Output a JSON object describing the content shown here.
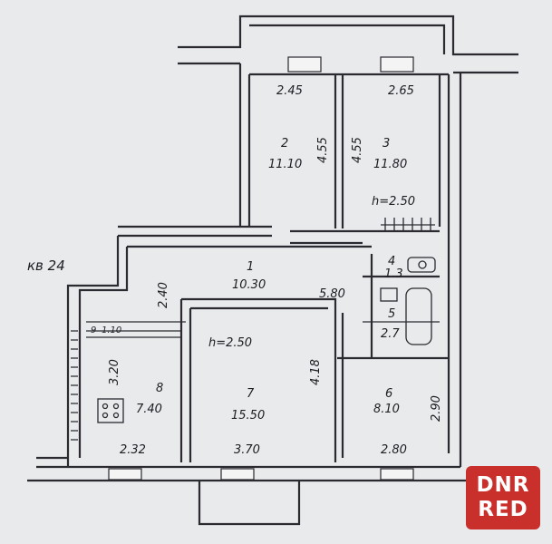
{
  "apartment_label": "кв 24",
  "ceiling_height_top": "h=2.50",
  "ceiling_height_center": "h=2.50",
  "rooms": [
    {
      "number": "1",
      "area": "10.30"
    },
    {
      "number": "2",
      "area": "11.10"
    },
    {
      "number": "3",
      "area": "11.80"
    },
    {
      "number": "4",
      "area": "1.3"
    },
    {
      "number": "5",
      "area": "2.7"
    },
    {
      "number": "6",
      "area": "8.10"
    },
    {
      "number": "7",
      "area": "15.50"
    },
    {
      "number": "8",
      "area": "7.40"
    },
    {
      "number": "9",
      "area": "1.10"
    }
  ],
  "dimensions": {
    "room2_width": "2.45",
    "room2_length": "4.55",
    "room3_width": "2.65",
    "room3_length": "4.55",
    "hall_length": "5.80",
    "corridor_width": "2.40",
    "room7_length": "4.18",
    "room6_length": "2.90",
    "room8_length": "3.20",
    "bottom_room8": "2.32",
    "bottom_room7": "3.70",
    "bottom_room6": "2.80"
  },
  "watermark": {
    "line1": "DNR",
    "line2": "RED",
    "color": "#c9302c"
  }
}
